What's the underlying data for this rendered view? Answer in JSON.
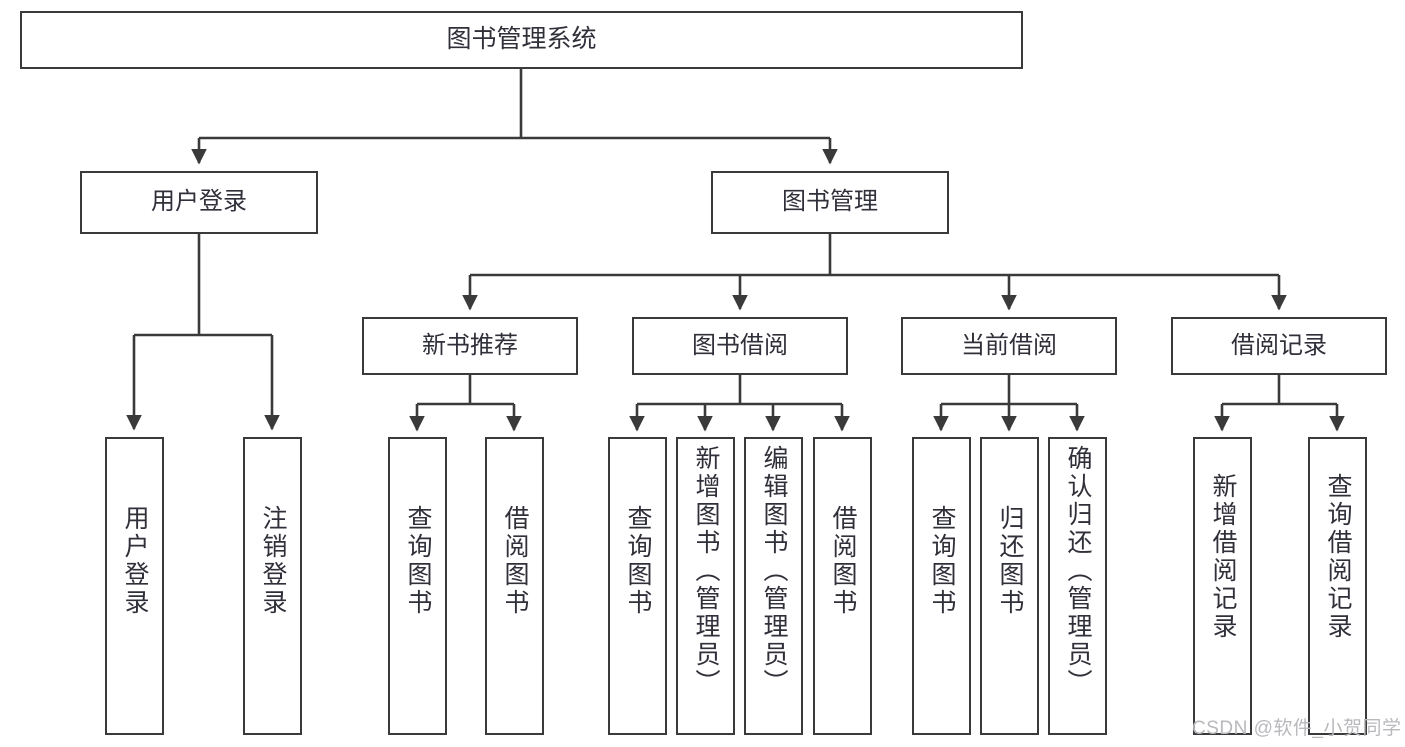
{
  "diagram": {
    "type": "tree-hierarchy-chart",
    "title": "图书管理系统",
    "colors": {
      "box_border": "#3a3a3a",
      "box_fill": "#ffffff",
      "edge": "#3a3a3a",
      "text": "#30303a",
      "watermark": "#b9b9bd",
      "background": "#ffffff"
    },
    "root": {
      "label": "图书管理系统"
    },
    "level2": [
      {
        "label": "用户登录"
      },
      {
        "label": "图书管理"
      }
    ],
    "level3": [
      {
        "label": "新书推荐"
      },
      {
        "label": "图书借阅"
      },
      {
        "label": "当前借阅"
      },
      {
        "label": "借阅记录"
      }
    ],
    "leaves": {
      "user_login": [
        {
          "label": "用户登录"
        },
        {
          "label": "注销登录"
        }
      ],
      "new_book_recommend": [
        {
          "label": "查询图书"
        },
        {
          "label": "借阅图书"
        }
      ],
      "book_borrow": [
        {
          "label": "查询图书"
        },
        {
          "label": "新增图书（管理员）"
        },
        {
          "label": "编辑图书（管理员）"
        },
        {
          "label": "借阅图书"
        }
      ],
      "current_borrow": [
        {
          "label": "查询图书"
        },
        {
          "label": "归还图书"
        },
        {
          "label": "确认归还（管理员）"
        }
      ],
      "borrow_record": [
        {
          "label": "新增借阅记录"
        },
        {
          "label": "查询借阅记录"
        }
      ]
    },
    "watermark": "CSDN @软件_小贺同学"
  }
}
